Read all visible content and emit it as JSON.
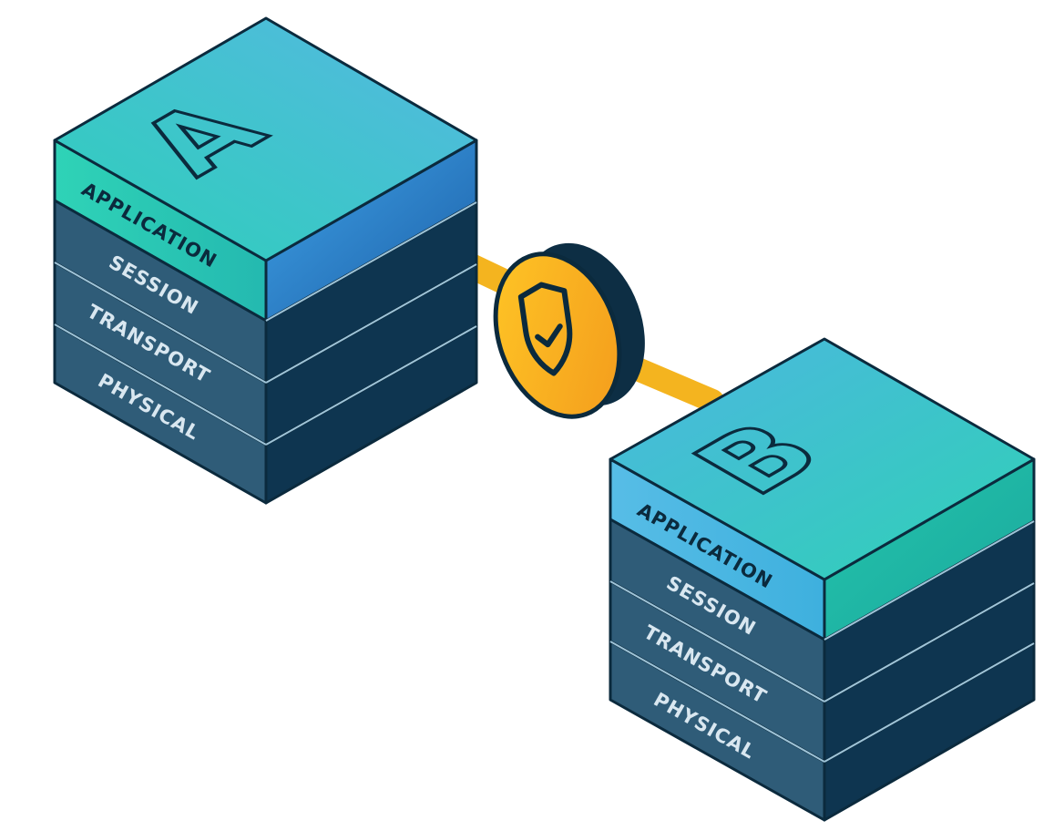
{
  "nodes": [
    {
      "letter": "A",
      "layers": [
        "APPLICATION",
        "SESSION",
        "TRANSPORT",
        "PHYSICAL"
      ]
    },
    {
      "letter": "B",
      "layers": [
        "APPLICATION",
        "SESSION",
        "TRANSPORT",
        "PHYSICAL"
      ]
    }
  ],
  "connection": {
    "icon": "shield-check-icon"
  },
  "colors": {
    "top_face_teal": "#2fc8b8",
    "top_face_blue": "#4fb6dc",
    "application_band_teal": "#28c4b0",
    "application_band_blue": "#3a9fe0",
    "lower_layers_left": "#2f5c78",
    "lower_layers_right": "#0e3550",
    "link_gold": "#f4b41f",
    "outline": "#0b2a3d"
  }
}
